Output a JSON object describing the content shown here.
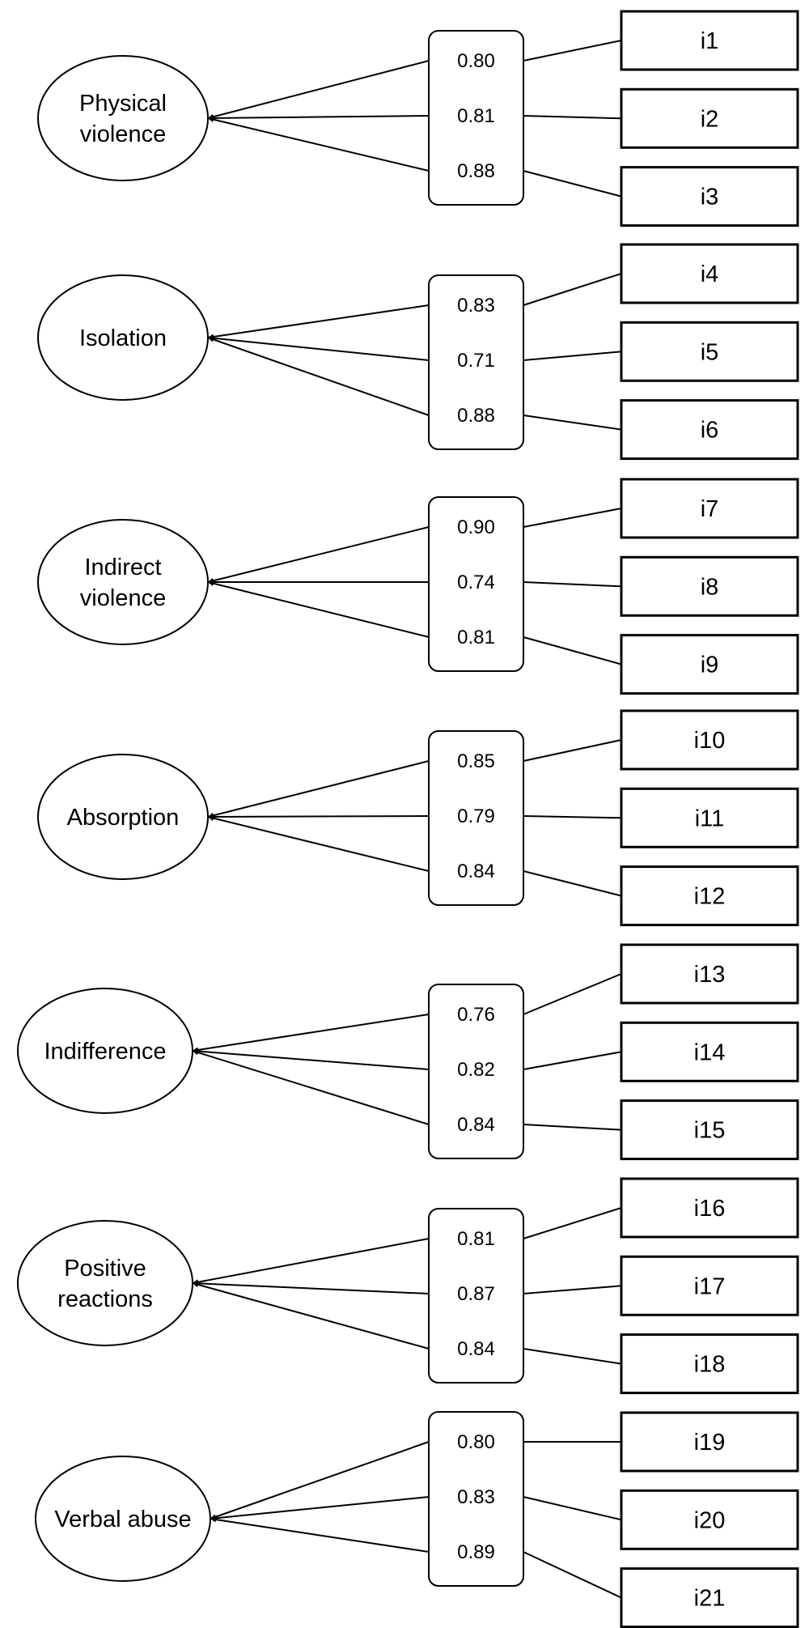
{
  "factors": [
    {
      "label_lines": [
        "Physical",
        "violence"
      ],
      "loadings": [
        "0.80",
        "0.81",
        "0.88"
      ],
      "items": [
        "i1",
        "i2",
        "i3"
      ]
    },
    {
      "label_lines": [
        "Isolation"
      ],
      "loadings": [
        "0.83",
        "0.71",
        "0.88"
      ],
      "items": [
        "i4",
        "i5",
        "i6"
      ]
    },
    {
      "label_lines": [
        "Indirect",
        "violence"
      ],
      "loadings": [
        "0.90",
        "0.74",
        "0.81"
      ],
      "items": [
        "i7",
        "i8",
        "i9"
      ]
    },
    {
      "label_lines": [
        "Absorption"
      ],
      "loadings": [
        "0.85",
        "0.79",
        "0.84"
      ],
      "items": [
        "i10",
        "i11",
        "i12"
      ]
    },
    {
      "label_lines": [
        "Indifference"
      ],
      "loadings": [
        "0.76",
        "0.82",
        "0.84"
      ],
      "items": [
        "i13",
        "i14",
        "i15"
      ]
    },
    {
      "label_lines": [
        "Positive",
        "reactions"
      ],
      "loadings": [
        "0.81",
        "0.87",
        "0.84"
      ],
      "items": [
        "i16",
        "i17",
        "i18"
      ]
    },
    {
      "label_lines": [
        "Verbal abuse"
      ],
      "loadings": [
        "0.80",
        "0.83",
        "0.89"
      ],
      "items": [
        "i19",
        "i20",
        "i21"
      ]
    }
  ],
  "colors": {
    "stroke": "#000000",
    "background": "#ffffff"
  }
}
